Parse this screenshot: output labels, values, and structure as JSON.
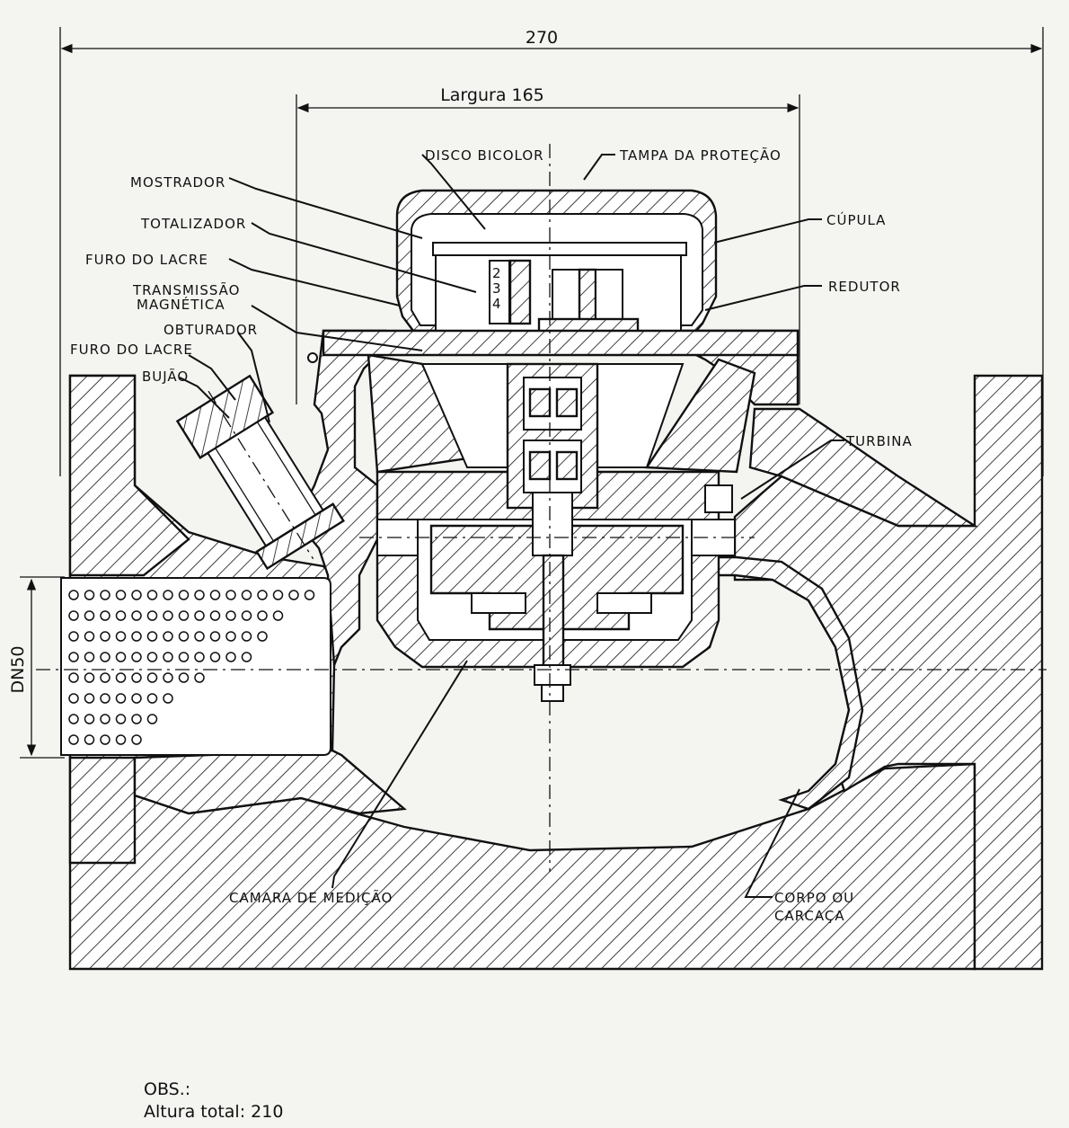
{
  "dimensions": {
    "overall": "270",
    "width": "Largura 165",
    "nominal": "DN50"
  },
  "labels": {
    "disco_bicolor": "DISCO BICOLOR",
    "tampa_protecao": "TAMPA DA PROTEÇÃO",
    "mostrador": "MOSTRADOR",
    "totalizador": "TOTALIZADOR",
    "furo_lacre_1": "FURO DO LACRE",
    "transmissao_1": "TRANSMISSÃO",
    "transmissao_2": "MAGNÉTICA",
    "obturador": "OBTURADOR",
    "furo_lacre_2": "FURO DO LACRE",
    "bujao": "BUJÃO",
    "cupula": "CÚPULA",
    "redutor": "REDUTOR",
    "turbina": "TURBINA",
    "camara": "CAMARA DE MEDIÇÃO",
    "corpo_1": "CORPO OU",
    "corpo_2": "CARCAÇA"
  },
  "notes": {
    "obs": "OBS.:",
    "altura": "Altura total:  210"
  },
  "dial_digits": [
    "2",
    "3",
    "4"
  ]
}
